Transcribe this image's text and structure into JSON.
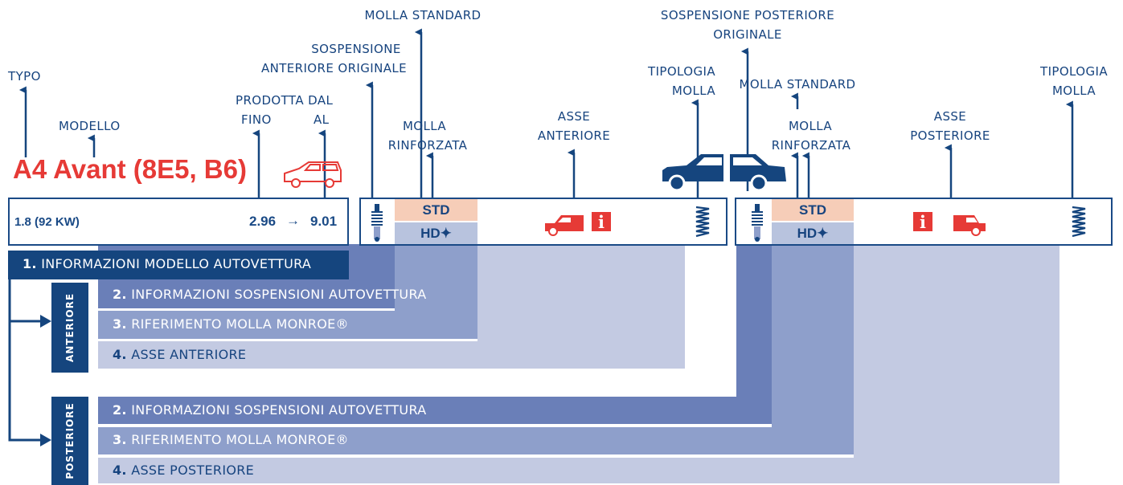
{
  "labels": {
    "typo": "TYPO",
    "modello": "MODELLO",
    "prodotta_dal": "PRODOTTA DAL",
    "fino": "FINO",
    "al": "AL",
    "sosp_ant_1": "SOSPENSIONE",
    "sosp_ant_2": "ANTERIORE ORIGINALE",
    "molla_standard_front": "MOLLA STANDARD",
    "molla_rinf_front_1": "MOLLA",
    "molla_rinf_front_2": "RINFORZATA",
    "asse_ant_1": "ASSE",
    "asse_ant_2": "ANTERIORE",
    "tipologia_front_1": "TIPOLOGIA",
    "tipologia_front_2": "MOLLA",
    "sosp_post_1": "SOSPENSIONE POSTERIORE",
    "sosp_post_2": "ORIGINALE",
    "molla_standard_rear": "MOLLA STANDARD",
    "molla_rinf_rear_1": "MOLLA",
    "molla_rinf_rear_2": "RINFORZATA",
    "asse_post_1": "ASSE",
    "asse_post_2": "POSTERIORE",
    "tipologia_rear_1": "TIPOLOGIA",
    "tipologia_rear_2": "MOLLA"
  },
  "model": {
    "title": "A4 Avant (8E5, B6)",
    "engine": "1.8 (92 KW)",
    "from": "2.96",
    "arrow": "→",
    "to": "9.01"
  },
  "front": {
    "std": "STD",
    "hd": "HD✦",
    "info": "i"
  },
  "rear": {
    "std": "STD",
    "hd": "HD✦",
    "info": "i"
  },
  "bands": {
    "b1_num": "1.",
    "b1_text": " INFORMAZIONI MODELLO AUTOVETTURA",
    "a2_num": "2.",
    "a2_text": " INFORMAZIONI SOSPENSIONI AUTOVETTURA",
    "a3_num": "3.",
    "a3_text": " RIFERIMENTO MOLLA MONROE®",
    "a4_num": "4.",
    "a4_text": " ASSE ANTERIORE",
    "p2_num": "2.",
    "p2_text": " INFORMAZIONI SOSPENSIONI AUTOVETTURA",
    "p3_num": "3.",
    "p3_text": " RIFERIMENTO MOLLA MONROE®",
    "p4_num": "4.",
    "p4_text": " ASSE POSTERIORE"
  },
  "side": {
    "anteriore": "ANTERIORE",
    "posteriore": "POSTERIORE"
  },
  "colors": {
    "navy": "#15457e",
    "red": "#e63a36",
    "band_dark": "#6a7fb8",
    "band_mid": "#8e9fcb",
    "band_light": "#c3cae2",
    "std_fill": "#f6cdb8",
    "hd_fill": "#b8c3de"
  }
}
